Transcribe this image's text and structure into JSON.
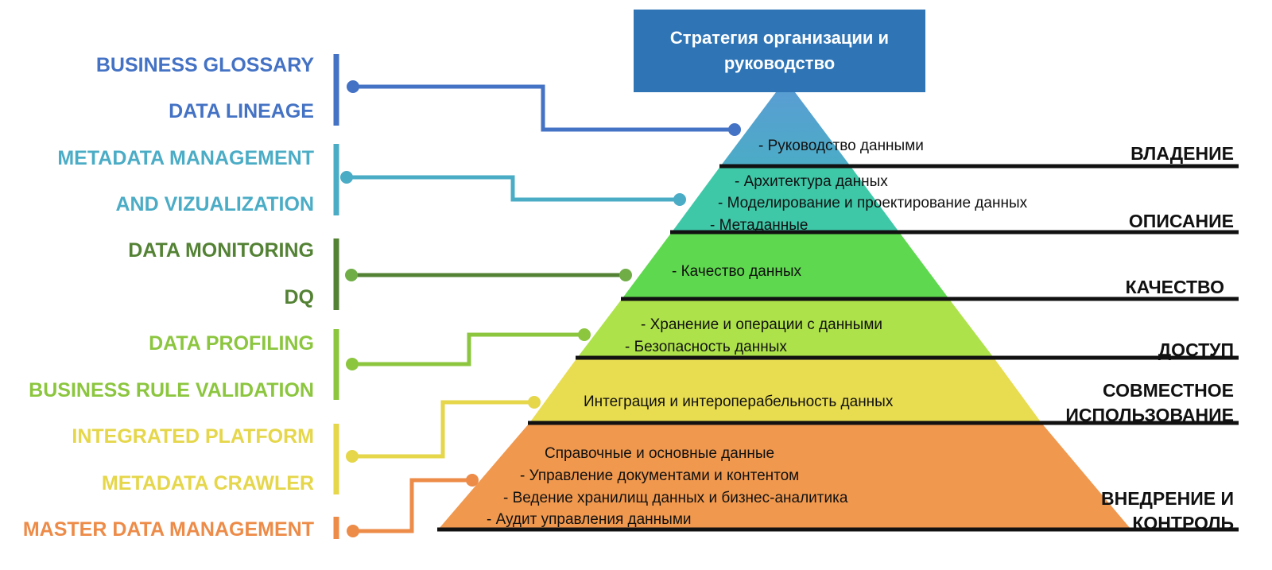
{
  "strategy_box": "Стратегия организации и руководство",
  "left_labels": [
    {
      "text": "BUSINESS GLOSSARY",
      "color": "#4472c4"
    },
    {
      "text": "DATA LINEAGE",
      "color": "#4472c4"
    },
    {
      "text": "METADATA MANAGEMENT",
      "color": "#4bacc6"
    },
    {
      "text": "AND VIZUALIZATION",
      "color": "#4bacc6"
    },
    {
      "text": "DATA MONITORING",
      "color": "#548235"
    },
    {
      "text": "DQ",
      "color": "#548235"
    },
    {
      "text": "DATA PROFILING",
      "color": "#8cc63f"
    },
    {
      "text": "BUSINESS RULE VALIDATION",
      "color": "#8cc63f"
    },
    {
      "text": "INTEGRATED PLATFORM",
      "color": "#e5d64a"
    },
    {
      "text": "METADATA CRAWLER",
      "color": "#e5d64a"
    },
    {
      "text": "MASTER DATA MANAGEMENT",
      "color": "#ed8b48"
    }
  ],
  "levels": [
    {
      "label": "ВЛАДЕНИЕ",
      "color": "#4bacc6",
      "items": [
        "- Руководство данными"
      ]
    },
    {
      "label": "ОПИСАНИЕ",
      "color": "#3ec8a8",
      "items": [
        "- Архитектура данных",
        "- Моделирование и проектирование данных",
        "- Метаданные"
      ]
    },
    {
      "label": "КАЧЕСТВО",
      "color": "#5ed84e",
      "items": [
        "- Качество данных"
      ]
    },
    {
      "label": "ДОСТУП",
      "color": "#aee24a",
      "items": [
        "- Хранение и операции с данными",
        "- Безопасность данных"
      ]
    },
    {
      "label": "СОВМЕСТНОЕ ИСПОЛЬЗОВАНИЕ",
      "color": "#e8dc50",
      "items": [
        "Интеграция и интероперабельность данных"
      ]
    },
    {
      "label": "ВНЕДРЕНИЕ И КОНТРОЛЬ",
      "color": "#f0984e",
      "items": [
        "Справочные и основные данные",
        "- Управление документами и контентом",
        "- Ведение хранилищ данных и бизнес-аналитика",
        "- Аудит управления данными"
      ]
    }
  ],
  "colors": {
    "strategy_box": "#2f75b6",
    "glossary": "#4472c4",
    "metadata": "#4bacc6",
    "monitoring": "#548235",
    "profiling": "#8cc63f",
    "platform": "#e5d64a",
    "mdm": "#ed8b48"
  }
}
